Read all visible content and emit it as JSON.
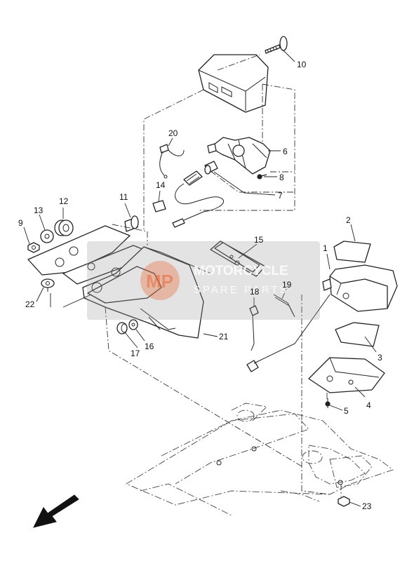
{
  "diagram": {
    "callouts": {
      "p1": "1",
      "p2": "2",
      "p3": "3",
      "p4": "4",
      "p5": "5",
      "p6": "6",
      "p7": "7",
      "p8": "8",
      "p9": "9",
      "p10": "10",
      "p11": "11",
      "p12": "12",
      "p13": "13",
      "p14": "14",
      "p15": "15",
      "p16": "16",
      "p17": "17",
      "p18": "18",
      "p19": "19",
      "p20": "20",
      "p21": "21",
      "p22": "22",
      "p23": "23"
    },
    "colors": {
      "line": "#222222",
      "watermark_band": "#9a9a9a",
      "watermark_logo": "#e8622c"
    }
  },
  "watermark": {
    "logo": "MP",
    "line1": "MOTORCYCLE",
    "line2": "SPARE PARTS"
  }
}
